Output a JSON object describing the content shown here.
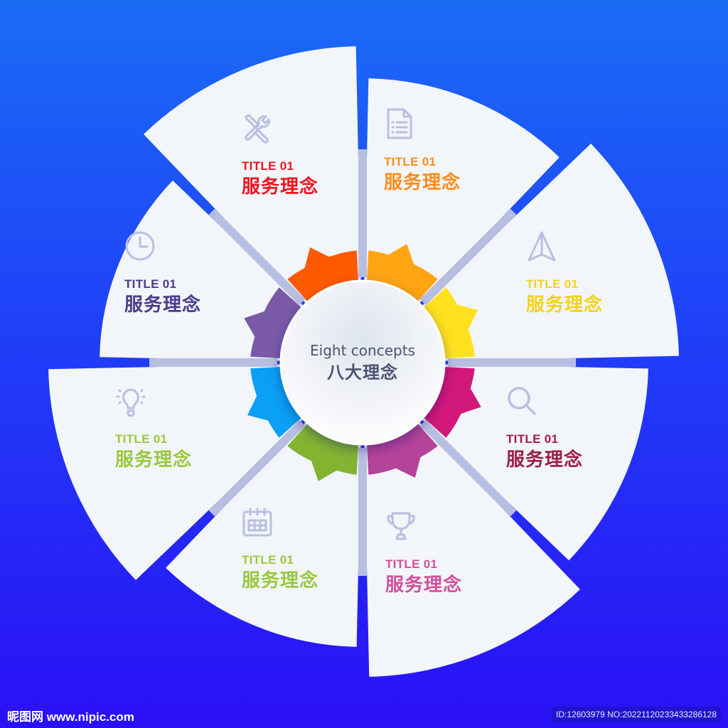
{
  "center": {
    "title_en": "Eight concepts",
    "title_zh": "八大理念"
  },
  "segments": [
    {
      "id": 1,
      "icon": "wrench-screwdriver-icon",
      "title": "TITLE 01",
      "subtitle": "服务理念",
      "color": "#f0141e",
      "gear_color": "#ff5a00"
    },
    {
      "id": 2,
      "icon": "document-list-icon",
      "title": "TITLE 01",
      "subtitle": "服务理念",
      "color": "#fb8c1a",
      "gear_color": "#ffa514"
    },
    {
      "id": 3,
      "icon": "navigation-arrow-icon",
      "title": "TITLE 01",
      "subtitle": "服务理念",
      "color": "#f5d21e",
      "gear_color": "#ffe11e"
    },
    {
      "id": 4,
      "icon": "search-icon",
      "title": "TITLE 01",
      "subtitle": "服务理念",
      "color": "#a01e46",
      "gear_color": "#d2187a"
    },
    {
      "id": 5,
      "icon": "trophy-icon",
      "title": "TITLE 01",
      "subtitle": "服务理念",
      "color": "#d2509a",
      "gear_color": "#b4449a"
    },
    {
      "id": 6,
      "icon": "calendar-icon",
      "title": "TITLE 01",
      "subtitle": "服务理念",
      "color": "#9bc83c",
      "gear_color": "#82b432"
    },
    {
      "id": 7,
      "icon": "lightbulb-icon",
      "title": "TITLE 01",
      "subtitle": "服务理念",
      "color": "#9bc83c",
      "gear_color": "#0aa0f5"
    },
    {
      "id": 8,
      "icon": "clock-icon",
      "title": "TITLE 01",
      "subtitle": "服务理念",
      "color": "#4a3c8c",
      "gear_color": "#7a5aa8"
    }
  ],
  "footer": {
    "logo_text": "昵图网 www.nipic.com",
    "id_text": "ID:12603979 NO:20221120233433286128"
  },
  "colors": {
    "background_top": "#1a6cf5",
    "background_bottom": "#2a10f5",
    "panel": "#f2f6fb",
    "divider": "#b8bee0",
    "icon_stroke": "#b9bfe0",
    "center_text": "#4a5370"
  }
}
